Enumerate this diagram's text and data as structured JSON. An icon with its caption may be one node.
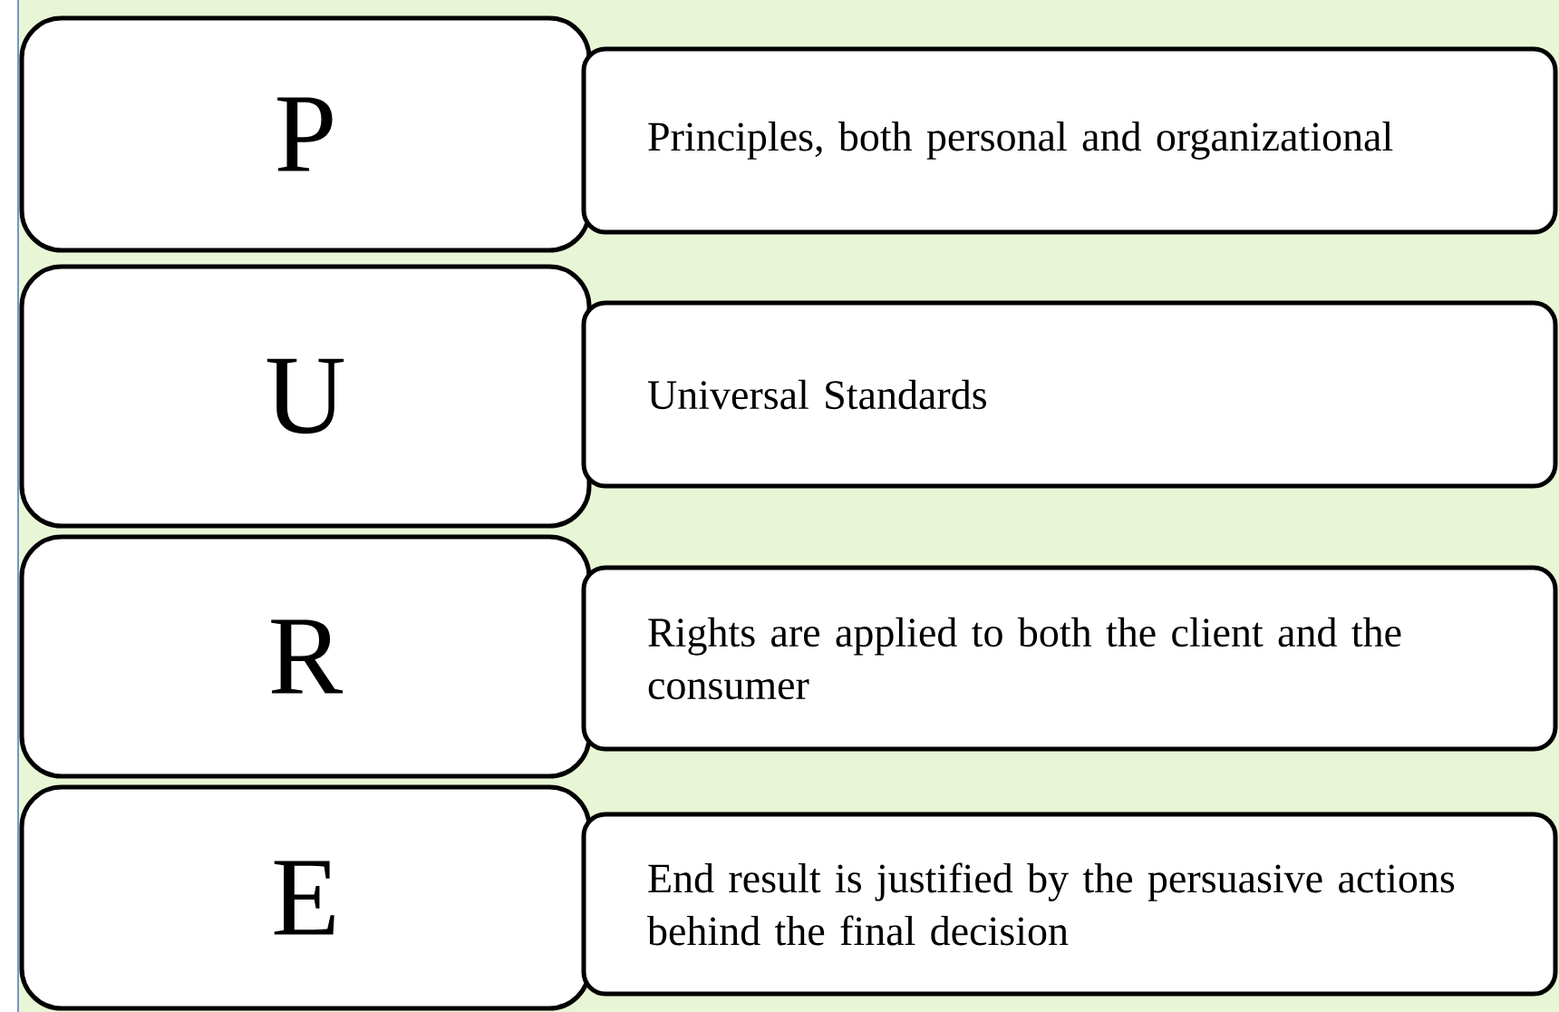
{
  "diagram": {
    "nodes": [
      {
        "text": [
          "P"
        ]
      },
      {
        "text": [
          "Principles, both personal and organizational"
        ]
      },
      {
        "text": [
          "U"
        ]
      },
      {
        "text": [
          "Universal Standards"
        ]
      },
      {
        "text": [
          "R"
        ]
      },
      {
        "text": [
          "Rights are applied to both the client and the consumer"
        ]
      },
      {
        "text": [
          "E"
        ]
      },
      {
        "text": [
          "End result is justified by the persuasive actions behind the final decision"
        ]
      }
    ]
  }
}
